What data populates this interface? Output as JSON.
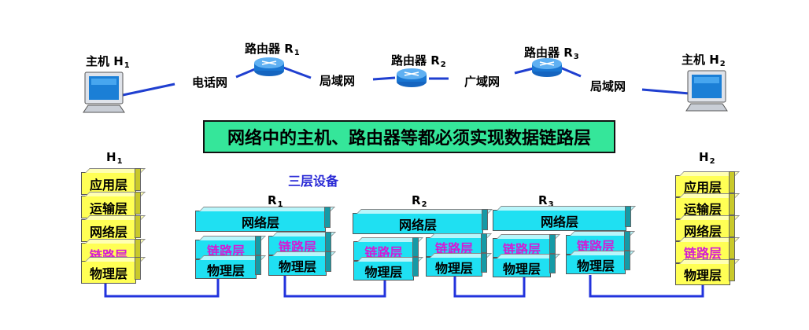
{
  "top_labels": {
    "host1": "主机 H",
    "host1_sub": "1",
    "host2": "主机 H",
    "host2_sub": "2",
    "router1": "路由器 R",
    "router1_sub": "1",
    "router2": "路由器 R",
    "router2_sub": "2",
    "router3": "路由器 R",
    "router3_sub": "3",
    "net1": "电话网",
    "net2": "局域网",
    "net3": "广域网",
    "net4": "局域网"
  },
  "banner": "网络中的主机、路由器等都必须实现数据链路层",
  "three_layer_label": "三层设备",
  "stacks": {
    "h1_label": "H",
    "h1_sub": "1",
    "h2_label": "H",
    "h2_sub": "2",
    "r1_label": "R",
    "r1_sub": "1",
    "r2_label": "R",
    "r2_sub": "2",
    "r3_label": "R",
    "r3_sub": "3",
    "host_layers": [
      "应用层",
      "运输层",
      "网络层",
      "链路层",
      "物理层"
    ],
    "network_layer": "网络层",
    "link_layer": "链路层",
    "physical_layer": "物理层"
  },
  "colors": {
    "banner_bg": "#35e69a",
    "host_layer": "#ffff55",
    "router_layer": "#1fe0f2",
    "link_text": "#d41ad4",
    "three_layer_text": "#2b2bd6",
    "wire": "#2233dd"
  }
}
